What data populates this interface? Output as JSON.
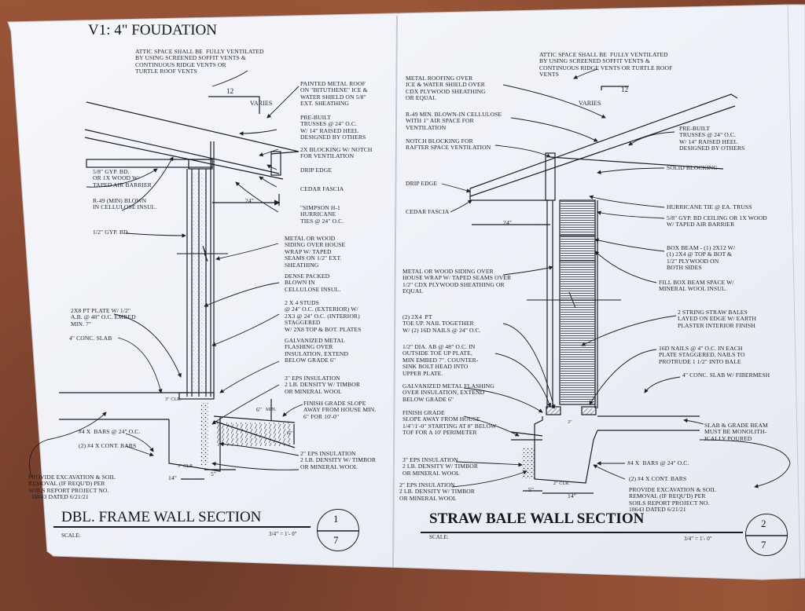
{
  "sheet_title": "V1: 4\" FOUDATION",
  "left": {
    "title": "DBL. FRAME WALL SECTION",
    "scale_label": "SCALE:",
    "scale_value": "3/4\" = 1'- 0\"",
    "detail_number": "1",
    "sheet_number": "7",
    "roof_pitch": "12",
    "roof_varies": "VARIES",
    "dims": {
      "overhang": "24\"",
      "d6": "6\"",
      "min": "MIN.",
      "d12": "12\"",
      "d14": "14\"",
      "d5": "5\"",
      "clr": "3\" CLR.",
      "clr2": "3\" CLR."
    },
    "notes": [
      "ATTIC SPACE SHALL BE  FULLY VENTILATED\nBY USING SCREENED SOFFIT VENTS &\nCONTINUOUS RIDGE VENTS OR\nTURTLE ROOF VENTS",
      "PAINTED METAL ROOF\nON \"BITUTHENE\" ICE &\nWATER SHIELD ON 5/8\"\nEXT. SHEATHING",
      "PRE-BUILT\nTRUSSES @ 24\" O.C.\nW/ 14\" RAISED HEEL\nDESIGNED BY OTHERS",
      "2X BLOCKING W/ NOTCH\nFOR VENTILATION",
      "DRIP EDGE",
      "CEDAR FASCIA",
      "\"SIMPSON H-1\nHURRICANE\nTIES @ 24\" O.C.",
      "METAL OR WOOD\nSIDING OVER HOUSE\nWRAP W/ TAPED\nSEAMS ON 1/2\" EXT.\nSHEATHING",
      "DENSE PACKED\nBLOWN IN\nCELLULOSE INSUL.",
      "2 X 4 STUDS\n@ 24\" O.C. (EXTERIOR) W/\n2X3 @ 24\" O.C. (INTERIOR)\nSTAGGERED\nW/ 2X8 TOP & BOT. PLATES",
      "GALVANIZED METAL\nFLASHING OVER\nINSULATION, EXTEND\nBELOW GRADE 6\"",
      "3\" EPS INSULATION\n2 LB. DENSITY W/ TIMBOR\nOR MINERAL WOOL",
      "FINISH GRADE SLOPE\nAWAY FROM HOUSE MIN.\n6\" FOR 10'-0\"",
      "2\" EPS INSULATION\n2 LB. DENSITY W/ TIMBOR\nOR MINERAL WOOL",
      "5/8\" GYP. BD.\nOR 1X WOOD W/\nTAPED AIR BARRIER",
      "R-49 (MIN) BLOWN\nIN CELLULOSE INSUL.",
      "1/2\" GYP. BD.",
      "2X8 PT PLATE W/ 1/2\"\nA.B. @ 48\" O.C. EMBED\nMIN. 7\"",
      "4\" CONC. SLAB",
      "#4 X  BARS @ 24\" O.C.",
      "(2) #4 X CONT. BARS",
      "PROVIDE EXCAVATION & SOIL\nREMOVAL (IF REQU'D) PER\nSOILS REPORT PROJECT NO.\n  18643 DATED 6/21/21"
    ]
  },
  "right": {
    "title": "STRAW BALE WALL SECTION",
    "scale_label": "SCALE:",
    "scale_value": "3/4\" = 1'- 0\"",
    "detail_number": "2",
    "sheet_number": "7",
    "roof_pitch": "12",
    "roof_varies": "VARIES",
    "dims": {
      "overhang": "24\"",
      "d5": "5\"",
      "d14": "14\"",
      "clr": "2\" CLR.",
      "d3": "3\""
    },
    "notes": [
      "ATTIC SPACE SHALL BE  FULLY VENTILATED\nBY USING SCREENED SOFFIT VENTS &\nCONTINUOUS RIDGE VENTS OR TURTLE ROOF\nVENTS",
      "METAL ROOFING OVER\nICE & WATER SHIELD OVER\nCDX PLYWOOD SHEATHING\nOR EQUAL",
      "R-49 MIN. BLOWN-IN CELLULOSE\nWITH 1\" AIR SPACE FOR\nVENTILATION",
      "NOTCH BLOCKING FOR\nRAFTER SPACE VENTILATION",
      "DRIP EDGE",
      "CEDAR FASCIA",
      "PRE-BUILT\nTRUSSES @ 24\" O.C.\nW/ 14\" RAISED HEEL\nDESIGNED BY OTHERS",
      "SOLID BLOCKING",
      "HURRICANE TIE @ EA. TRUSS",
      "5/8\" GYP. BD CEILING OR 1X WOOD\nW/ TAPED AIR BARRIER",
      "BOX BEAM - (1) 2x12 W/\n(1) 2X4 @ TOP & BOT &\n1/2\" PLYWOOD ON\nBOTH SIDES",
      "FILL BOX BEAM SPACE W/\nMINERAL WOOL INSUL.",
      "METAL OR WOOD SIDING OVER\nHOUSE WRAP W/ TAPED SEAMS OVER\n1/2\" CDX PLYWOOD SHEATHING OR\nEQUAL",
      "(2) 2X4  PT\nTOE UP. NAIL TOGETHER\nW/ (2) 16d NAILS @ 24\" O.C.",
      "2 STRING STRAW BALES\nLAYED ON EDGE W/ EARTH\nPLASTER INTERIOR FINISH",
      "1/2\" DIA. AB @ 48\" O.C. IN\nOUTSIDE TOE UP PLATE,\nMIN EMBED 7\". COUNTER-\nSINK BOLT HEAD INTO\nUPPER PLATE.",
      "16d NAILS @ 4\" O.C. IN EACH\nPLATE STAGGERED, NAILS TO\nPROTRUDE 1 1/2\" INTO BALE",
      "4\" CONC. SLAB W/ FIBERMESH",
      "GALVANIZED METAL FLASHING\nOVER INSULATION, EXTEND\nBELOW GRADE 6\"",
      "FINISH GRADE\nSLOPE AWAY FROM HOUSE\n1/4\"/1'-0\" STARTING AT 8\" BELOW\nTOF FOR A 10' PERIMETER",
      "SLAB & GRADE BEAM\nMUST BE MONOLITH-\nICALLY POURED",
      "3\" EPS INSULATION\n2 LB. DENSITY W/ TIMBOR\nOR MINERAL WOOL",
      "#4 X  BARS @ 24\" O.C.",
      "2\" EPS INSULATION\n2 LB. DENSITY W/ TIMBOR\nOR MINERAL WOOL",
      "(2) #4 X CONT. BARS",
      "PROVIDE EXCAVATION & SOIL\nREMOVAL (IF REQU'D) PER\nSOILS REPORT PROJECT NO.\n18643 DATED 6/21/21"
    ]
  },
  "colors": {
    "ink": "#1b1d2a",
    "paper": "#f3f5fa",
    "ground": "#8a4a32",
    "faint": "#8d94a8"
  }
}
